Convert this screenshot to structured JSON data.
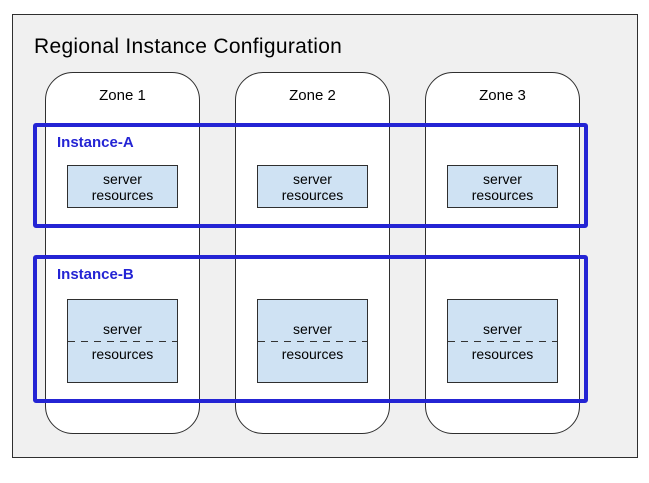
{
  "region": {
    "title": "Regional Instance Configuration",
    "fill_color": "#f0f0f0",
    "border_color": "#2f2f2f"
  },
  "zones": [
    {
      "label": "Zone 1"
    },
    {
      "label": "Zone 2"
    },
    {
      "label": "Zone 3"
    }
  ],
  "instances": [
    {
      "label": "Instance-A",
      "border_color": "#2424d4",
      "server_box_style": "solid"
    },
    {
      "label": "Instance-B",
      "border_color": "#2424d4",
      "server_box_style": "split-dashed"
    }
  ],
  "server_box": {
    "line1": "server",
    "line2": "resources",
    "fill_color": "#cfe2f3"
  }
}
